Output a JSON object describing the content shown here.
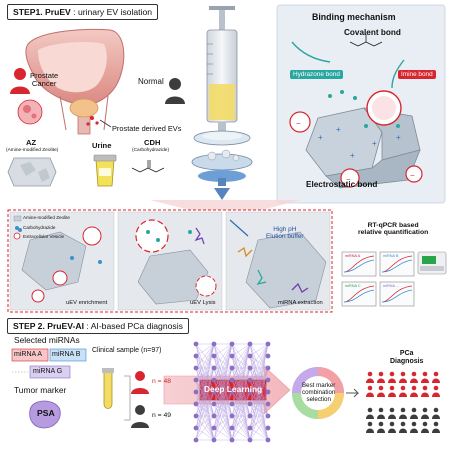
{
  "step1": {
    "title_bold": "STEP1. PruEV",
    "title_rest": " : urinary EV isolation",
    "prostate_cancer": "Prostate\nCancer",
    "normal": "Normal",
    "prostate_evs": "Prostate derived EVs",
    "az_label": "AZ",
    "az_sub": "(Amine-modified Zeolite)",
    "urine_label": "Urine",
    "cdh_label": "CDH",
    "cdh_sub": "(Carbohydrazide)"
  },
  "binding": {
    "title": "Binding mechanism",
    "covalent": "Covalent bond",
    "hydrazone": "Hydrazone bond",
    "imine": "Imine bond",
    "electrostatic": "Electrostatic bond"
  },
  "workflow": {
    "legend": [
      "Amine-modified Zeolite",
      "Carbohydrazide",
      "Extracellular Vesicle"
    ],
    "uev_enrichment": "uEV enrichment",
    "uev_lysis": "uEV Lysis",
    "high_ph": "High pH\nElution buffer",
    "mirna_extraction": "miRNA extraction",
    "rtqpcr": "RT-qPCR based\nrelative quantification",
    "mirna_panels": [
      "miRNA A",
      "miRNA B",
      "miRNA C",
      "miRNA ..."
    ]
  },
  "step2": {
    "title_bold": "STEP 2. PruEV-AI",
    "title_rest": " : AI-based PCa diagnosis",
    "selected_mirnas": "Selected miRNAs",
    "mirna_a": "miRNA A",
    "mirna_b": "miRNA B",
    "mirna_g": "miRNA G",
    "tumor_marker": "Tumor marker",
    "psa": "PSA",
    "clinical_sample": "Clinical sample (n=97)",
    "n48": "n = 48",
    "n49": "n = 49",
    "deep_learning": "Deep Learning",
    "best_marker": "Best marker\ncombination\nselection",
    "pca_diagnosis": "PCa\nDiagnosis"
  },
  "colors": {
    "cancer_red": "#d8262e",
    "dark_person": "#3d3d3d",
    "step1_bg": "#eef0f3",
    "binding_bg": "#e9eef4",
    "teal": "#2aa6a0",
    "nn_purple": "#8c6fc4",
    "bladder_pink": "#e9a7a7"
  }
}
